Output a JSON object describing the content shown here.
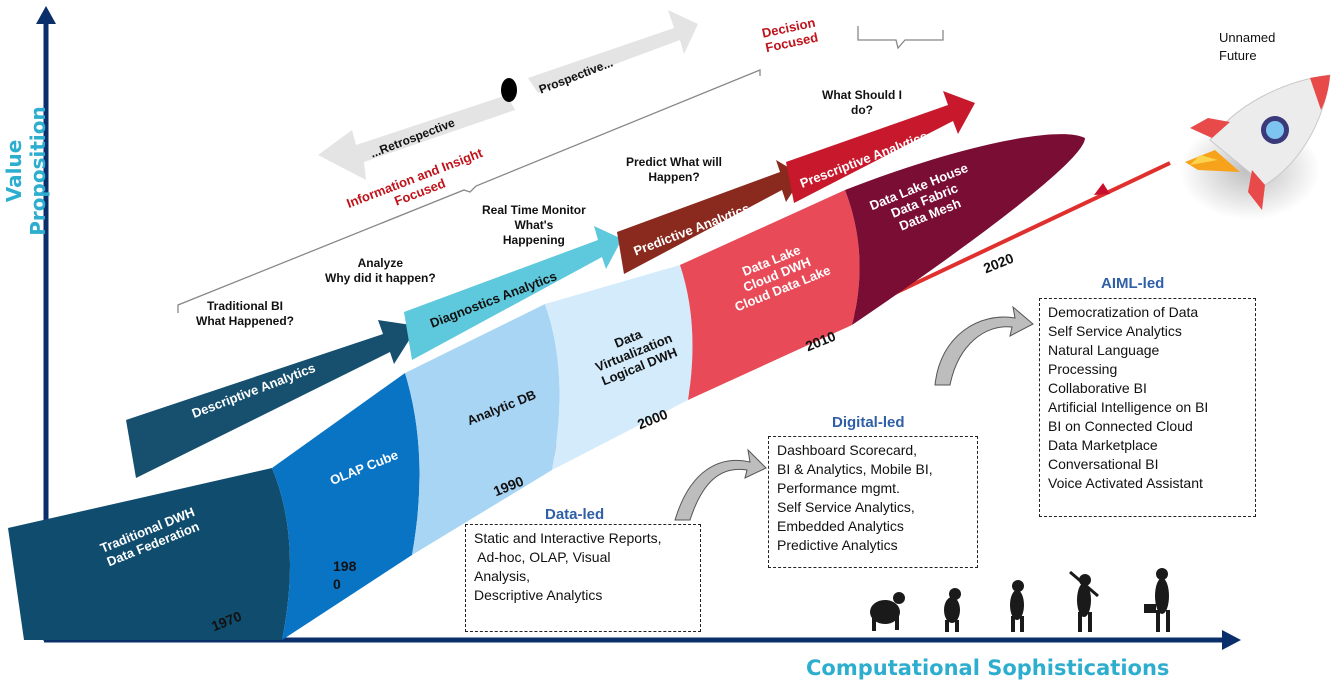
{
  "axes": {
    "y_label": "Value Proposition",
    "x_label": "Computational Sophistications"
  },
  "timeline": {
    "years": [
      "1970",
      "198\n0",
      "1990",
      "2000",
      "2010",
      "2020"
    ]
  },
  "eras": [
    {
      "lines": [
        "Traditional DWH",
        "Data Federation"
      ]
    },
    {
      "lines": [
        "OLAP Cube"
      ]
    },
    {
      "lines": [
        "Analytic DB"
      ]
    },
    {
      "lines": [
        "Data",
        "Virtualization",
        "Logical DWH"
      ]
    },
    {
      "lines": [
        "Data Lake",
        "Cloud DWH",
        "Cloud Data Lake"
      ]
    },
    {
      "lines": [
        "Data Lake House",
        "Data Fabric",
        "Data Mesh"
      ]
    }
  ],
  "analytics": [
    {
      "label": "Descriptive Analytics",
      "caption": [
        "Traditional BI",
        "What Happened?"
      ]
    },
    {
      "label": "Diagnostics Analytics",
      "caption": [
        "Analyze",
        "Why did it happen?"
      ]
    },
    {
      "label": "Predictive Analytics",
      "caption": [
        "Real Time Monitor",
        "What's",
        "Happening"
      ]
    },
    {
      "label": "Prescriptive Analytics",
      "caption": [
        "Predict What will",
        "Happen?"
      ]
    },
    {
      "label": "",
      "caption": [
        "What Should I",
        "do?"
      ]
    }
  ],
  "focus": {
    "retrospective": "...Retrospective",
    "prospective": "Prospective...",
    "insight_lines": [
      "Information and Insight",
      "Focused"
    ],
    "decision_lines": [
      "Decision",
      "Focused"
    ]
  },
  "future": {
    "lines": [
      "Unnamed",
      "Future"
    ]
  },
  "stages": [
    {
      "title": "Data-led",
      "items": [
        "Static and Interactive Reports,",
        " Ad-hoc, OLAP, Visual",
        "Analysis,",
        "Descriptive Analytics"
      ]
    },
    {
      "title": "Digital-led",
      "items": [
        "Dashboard Scorecard,",
        "BI & Analytics, Mobile BI,",
        "Performance mgmt.",
        "Self Service Analytics,",
        "Embedded Analytics",
        "Predictive Analytics"
      ]
    },
    {
      "title": "AIML-led",
      "items": [
        "Democratization of Data",
        "Self Service Analytics",
        "Natural Language",
        "Processing",
        "Collaborative BI",
        "Artificial Intelligence on BI",
        "BI on Connected Cloud",
        "Data Marketplace",
        "Conversational BI",
        "Voice Activated Assistant"
      ]
    }
  ],
  "colors": {
    "axis": "#0b2f6b",
    "axis_title": "#2eaecf",
    "timeline": "#e0302e",
    "era": [
      "#0f4c6e",
      "#0a74c4",
      "#a9d5f5",
      "#d3ebfb",
      "#e84a58",
      "#7a0d33"
    ],
    "analytics": [
      "#16506e",
      "#5ec8dc",
      "#8a2a1e",
      "#c8182c"
    ],
    "focus_label": "#c0141c",
    "stage_title": "#2f5fa6"
  },
  "icons": [
    "rocket-icon",
    "evolution-figures-icon",
    "curved-arrow-icon"
  ]
}
